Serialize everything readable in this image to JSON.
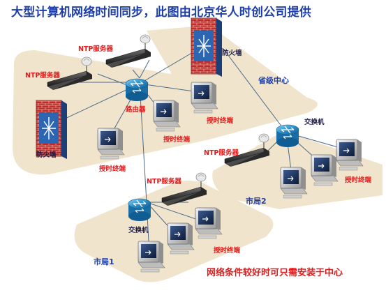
{
  "title": "大型计算机网络时间同步，此图由北京华人时创公司提供",
  "labels": {
    "ntp_server": "NTP服务器",
    "firewall": "防火墙",
    "router": "路由器",
    "switch": "交换机",
    "terminal": "授时终端",
    "province_center": "省级中心",
    "city_bureau_1": "市局1",
    "city_bureau_2": "市局2"
  },
  "note": "网络条件较好时可只需安装于中心",
  "colors": {
    "platform": "#f1e4cc",
    "link": "#4b6a8a",
    "title": "#1f3fa8",
    "red_label": "#e01b1b"
  }
}
